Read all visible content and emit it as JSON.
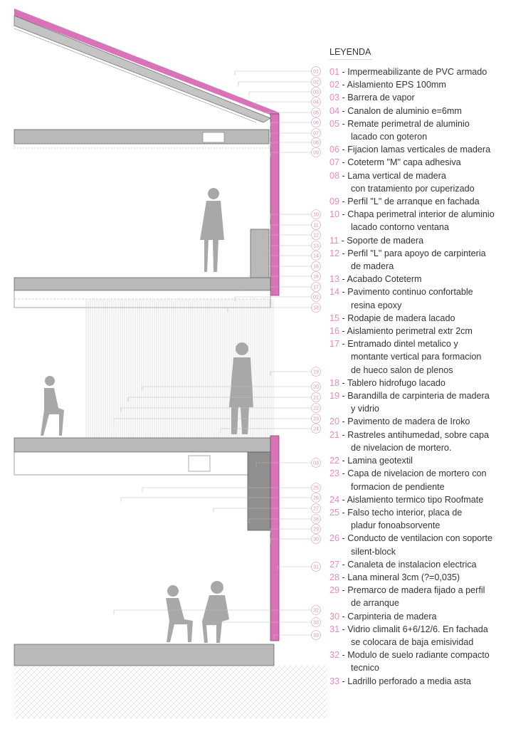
{
  "legend": {
    "title": "LEYENDA",
    "items": [
      {
        "num": "01",
        "lines": [
          "Impermeabilizante de PVC armado"
        ]
      },
      {
        "num": "02",
        "lines": [
          "Aislamiento EPS 100mm"
        ]
      },
      {
        "num": "03",
        "lines": [
          "Barrera de vapor"
        ]
      },
      {
        "num": "04",
        "lines": [
          "Canalon de aluminio e=6mm"
        ]
      },
      {
        "num": "05",
        "lines": [
          "Remate perimetral de aluminio",
          "lacado con goteron"
        ]
      },
      {
        "num": "06",
        "lines": [
          "Fijacion lamas verticales de madera"
        ]
      },
      {
        "num": "07",
        "lines": [
          "Coteterm \"M\" capa adhesiva"
        ]
      },
      {
        "num": "08",
        "lines": [
          "Lama vertical de madera",
          "con tratamiento por cuperizado"
        ]
      },
      {
        "num": "09",
        "lines": [
          "Perfil \"L\" de arranque en  fachada"
        ]
      },
      {
        "num": "10",
        "lines": [
          "Chapa perimetral interior de aluminio",
          "lacado contorno ventana"
        ]
      },
      {
        "num": "11",
        "lines": [
          "Soporte de madera"
        ]
      },
      {
        "num": "12",
        "lines": [
          "Perfil \"L\" para apoyo de carpinteria",
          "de madera"
        ]
      },
      {
        "num": "13",
        "lines": [
          "Acabado Coteterm"
        ]
      },
      {
        "num": "14",
        "lines": [
          "Pavimento continuo confortable",
          "resina epoxy"
        ]
      },
      {
        "num": "15",
        "lines": [
          "Rodapie de madera lacado"
        ]
      },
      {
        "num": "16",
        "lines": [
          "Aislamiento perimetral extr 2cm"
        ]
      },
      {
        "num": "17",
        "lines": [
          "Entramado dintel metalico y",
          "montante vertical para formacion",
          "de hueco salon de plenos"
        ]
      },
      {
        "num": "18",
        "lines": [
          "Tablero hidrofugo lacado"
        ]
      },
      {
        "num": "19",
        "lines": [
          "Barandilla de carpinteria de madera",
          "y vidrio"
        ]
      },
      {
        "num": "20",
        "lines": [
          "Pavimento de madera de Iroko"
        ]
      },
      {
        "num": "21",
        "lines": [
          "Rastreles antihumedad, sobre capa",
          "de nivelacion de mortero."
        ]
      },
      {
        "num": "22",
        "lines": [
          "Lamina geotextil"
        ]
      },
      {
        "num": "23",
        "lines": [
          "Capa de nivelacion de mortero con",
          "formacion de pendiente"
        ]
      },
      {
        "num": "24",
        "lines": [
          "Aislamiento termico tipo Roofmate"
        ]
      },
      {
        "num": "25",
        "lines": [
          "Falso techo interior, placa de",
          "pladur fonoabsorvente"
        ]
      },
      {
        "num": "26",
        "lines": [
          "Conducto de ventilacion con soporte",
          "silent-block"
        ]
      },
      {
        "num": "27",
        "lines": [
          "Canaleta de instalacion electrica"
        ]
      },
      {
        "num": "28",
        "lines": [
          "Lana mineral 3cm (?=0,035)"
        ]
      },
      {
        "num": "29",
        "lines": [
          "Premarco de madera fijado a perfil",
          "de arranque"
        ]
      },
      {
        "num": "30",
        "lines": [
          "Carpinteria de madera"
        ]
      },
      {
        "num": "31",
        "lines": [
          "Vidrio climalit 6+6/12/6. En fachada",
          "se colocara de baja emisividad"
        ]
      },
      {
        "num": "32",
        "lines": [
          "Modulo de suelo radiante compacto",
          "tecnico"
        ]
      },
      {
        "num": "33",
        "lines": [
          "Ladrillo perforado a media asta"
        ]
      }
    ]
  },
  "callouts": [
    "01",
    "02",
    "03",
    "04",
    "05",
    "06",
    "07",
    "08",
    "09",
    "10",
    "11",
    "12",
    "13",
    "14",
    "15",
    "16",
    "17",
    "02",
    "18",
    "19",
    "20",
    "21",
    "22",
    "23",
    "24",
    "03",
    "25",
    "26",
    "27",
    "28",
    "29",
    "30",
    "31",
    "32",
    "33",
    "33"
  ],
  "colors": {
    "accent": "#e58bbd",
    "facade": "#d873b8",
    "concrete": "#b9b9b9",
    "dark": "#8f8f8f"
  }
}
